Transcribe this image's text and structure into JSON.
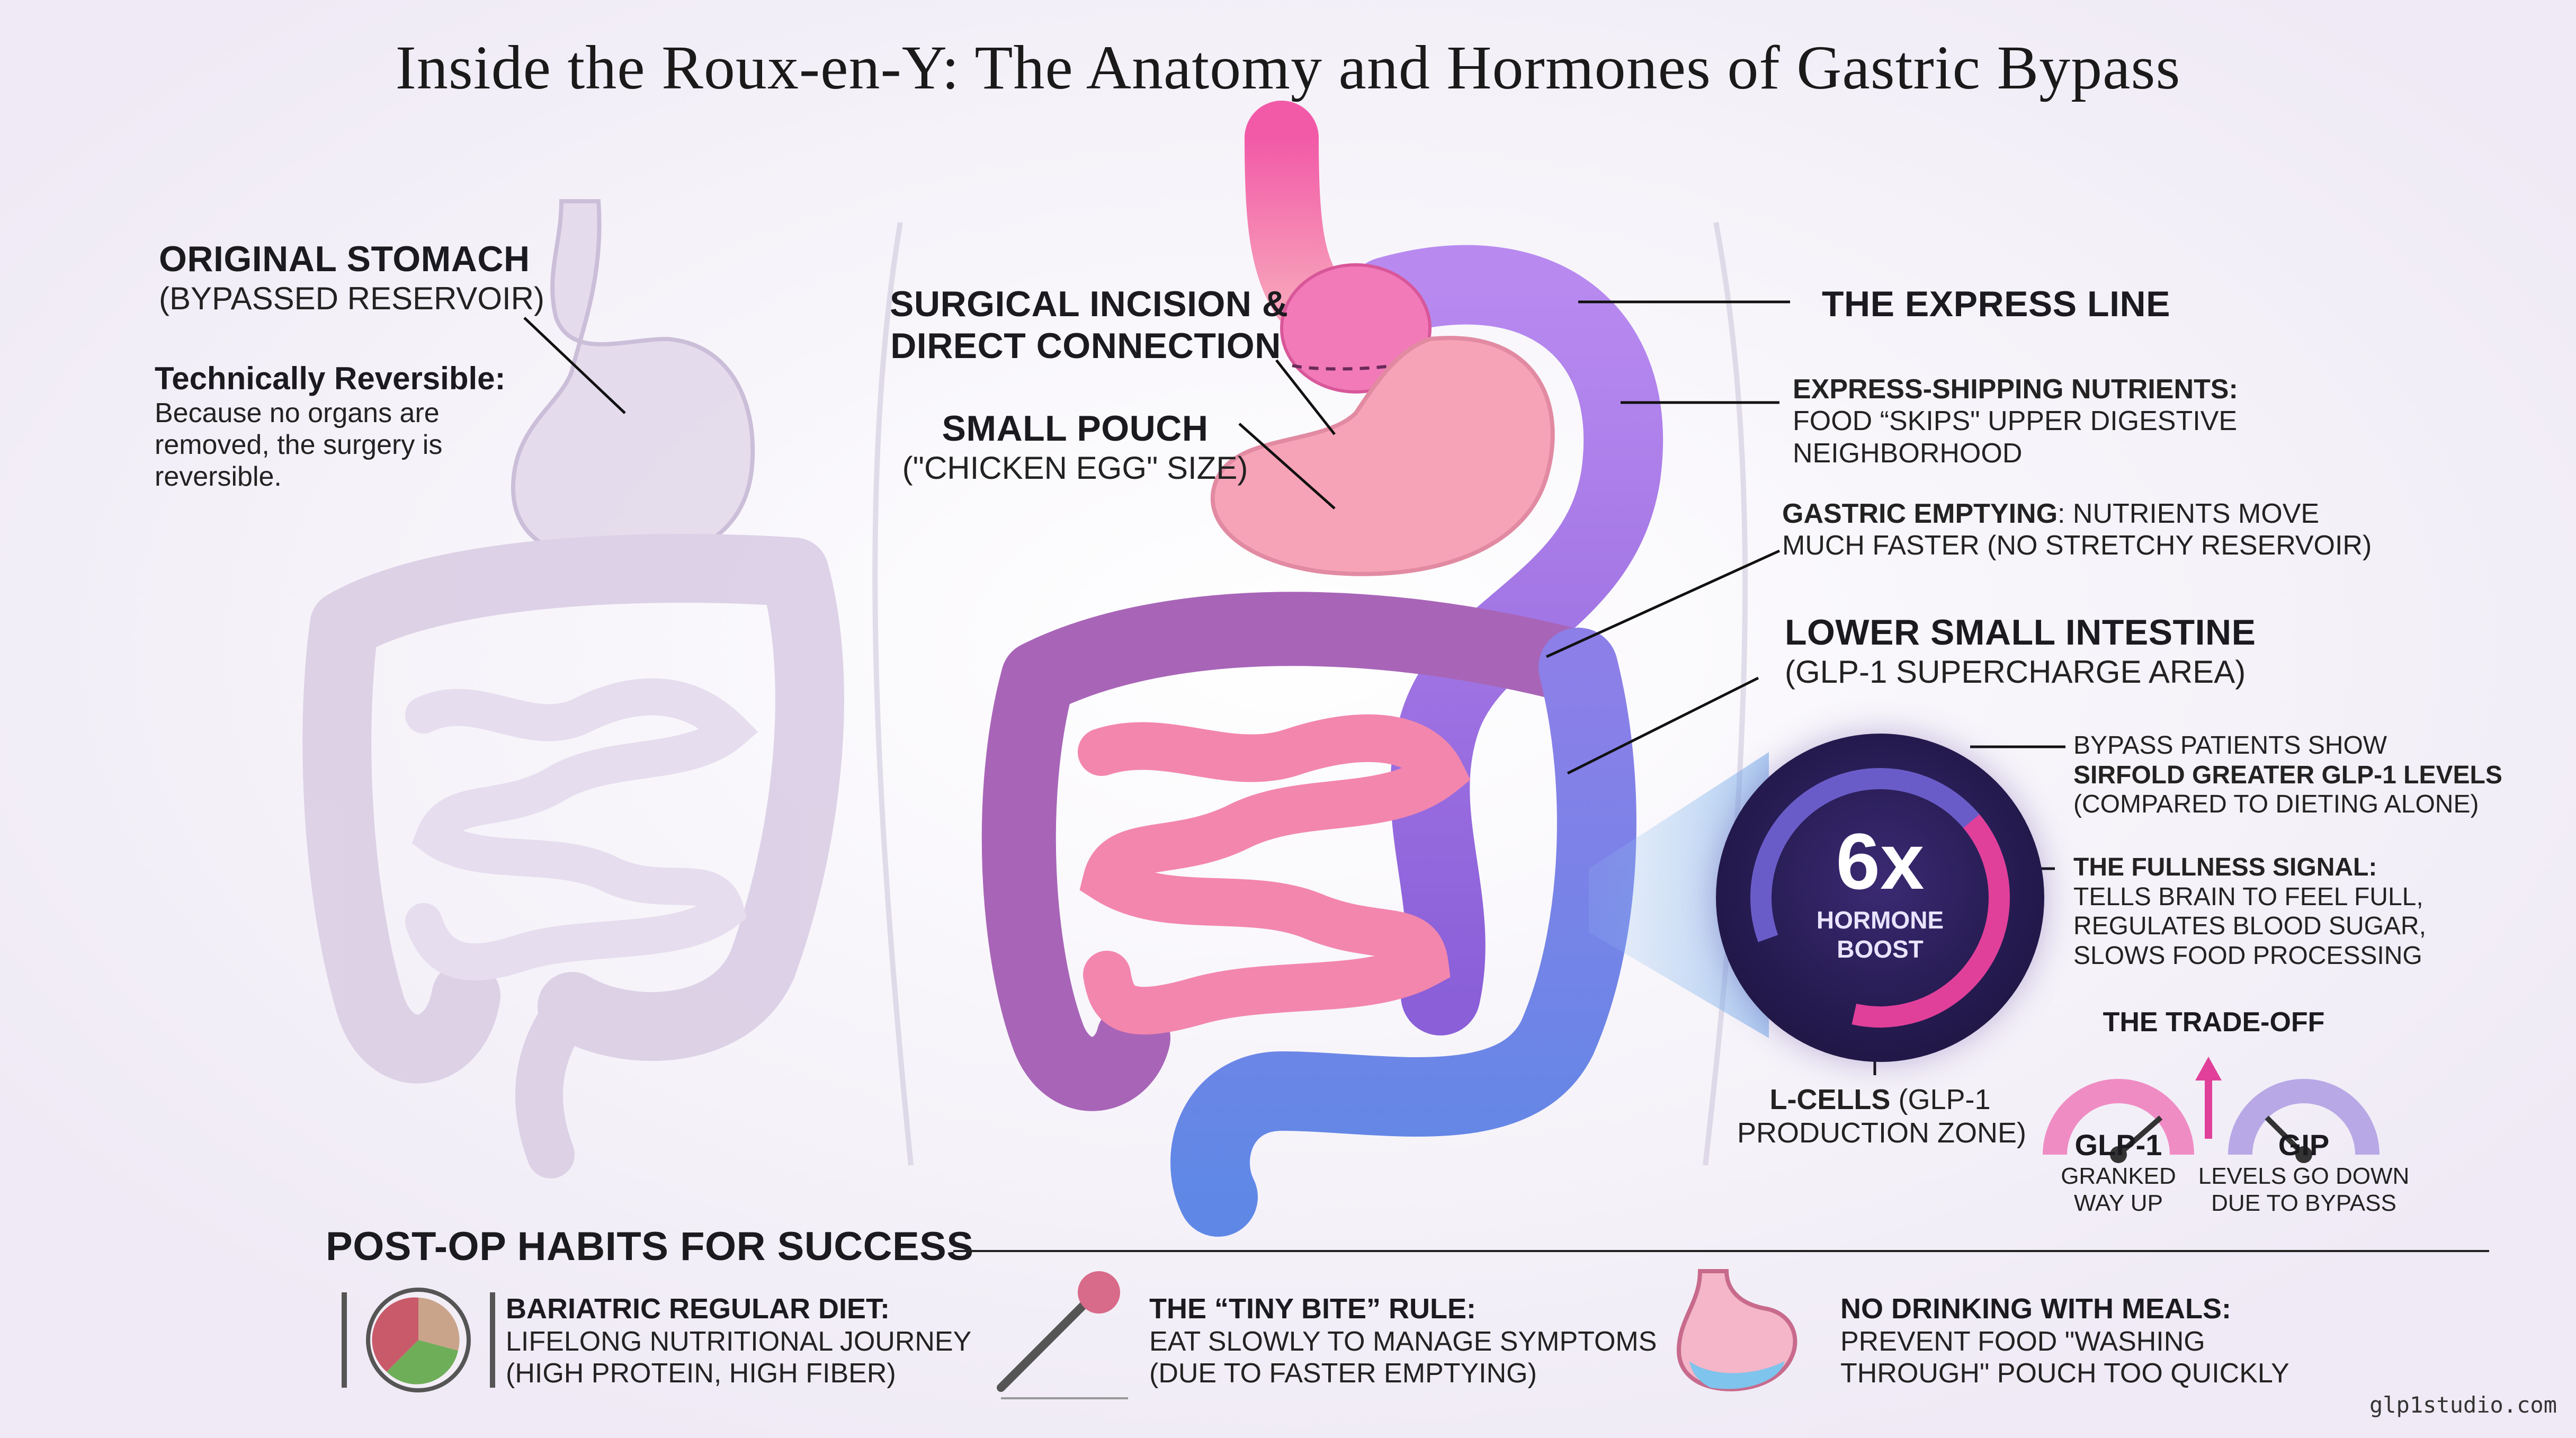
{
  "title": "Inside the Roux-en-Y: The Anatomy and Hormones of Gastric Bypass",
  "left": {
    "original_stomach": {
      "heading": "ORIGINAL STOMACH",
      "sub": "(BYPASSED RESERVOIR)"
    },
    "reversible": {
      "heading": "Technically Reversible:",
      "lines": [
        "Because no organs are",
        "removed, the surgery is",
        "reversible."
      ]
    }
  },
  "center": {
    "incision": {
      "lines": [
        "SURGICAL INCISION &",
        "DIRECT CONNECTION"
      ]
    },
    "pouch": {
      "heading": "SMALL POUCH",
      "sub": "(\"CHICKEN EGG\" SIZE)"
    }
  },
  "right": {
    "express_line": {
      "heading": "THE EXPRESS LINE"
    },
    "express_shipping": {
      "bold": "EXPRESS-SHIPPING NUTRIENTS:",
      "lines": [
        "FOOD “SKIPS\" UPPER DIGESTIVE",
        "NEIGHBORHOOD"
      ]
    },
    "gastric_emptying": {
      "bold": "GASTRIC EMPTYING",
      "rest": ": NUTRIENTS MOVE",
      "line2": "MUCH FASTER (NO STRETCHY RESERVOIR)"
    },
    "lower_intestine": {
      "heading": "LOWER SMALL INTESTINE",
      "sub": "(GLP-1 SUPERCHARGE AREA)"
    },
    "bypass_patients": {
      "line1": "BYPASS PATIENTS SHOW",
      "bold": "SIRFOLD GREATER GLP-1 LEVELS",
      "line3": "(COMPARED TO DIETING ALONE)"
    },
    "fullness": {
      "bold": "THE FULLNESS SIGNAL:",
      "lines": [
        "TELLS BRAIN TO FEEL FULL,",
        "REGULATES BLOOD SUGAR,",
        "SLOWS FOOD PROCESSING"
      ]
    },
    "boost": {
      "number": "6x",
      "line1": "HORMONE",
      "line2": "BOOST"
    },
    "l_cells": {
      "bold": "L-CELLS",
      "rest": " (GLP-1",
      "line2": "PRODUCTION ZONE)"
    },
    "tradeoff": {
      "heading": "THE TRADE-OFF",
      "glp1": {
        "name": "GLP-1",
        "lines": [
          "GRANKED",
          "WAY UP"
        ],
        "level": 0.85
      },
      "gip": {
        "name": "GIP",
        "lines": [
          "LEVELS GO DOWN",
          "DUE TO BYPASS"
        ],
        "level": 0.3
      }
    }
  },
  "habits": {
    "heading": "POST-OP HABITS FOR SUCCESS",
    "items": [
      {
        "title": "BARIATRIC REGULAR DIET:",
        "lines": [
          "LIFELONG NUTRITIONAL JOURNEY",
          "(HIGH PROTEIN, HIGH FIBER)"
        ],
        "icon": "plate-icon"
      },
      {
        "title": "THE “TINY BITE” RULE:",
        "lines": [
          "EAT SLOWLY TO MANAGE SYMPTOMS",
          "(DUE TO FASTER EMPTYING)"
        ],
        "icon": "fork-icon"
      },
      {
        "title": "NO DRINKING WITH MEALS:",
        "lines": [
          "PREVENT FOOD \"WASHING",
          "THROUGH\" POUCH TOO QUICKLY"
        ],
        "icon": "stomach-water-icon"
      }
    ]
  },
  "footer": "glp1studio.com",
  "colors": {
    "pouch": "#f58aa8",
    "express": "#a178e6",
    "bypassed": "#ddd3e6",
    "lower": "#6b86e0",
    "colon": "#a865b8",
    "boost_bg": "#241a4e",
    "magenta": "#e0409a"
  }
}
